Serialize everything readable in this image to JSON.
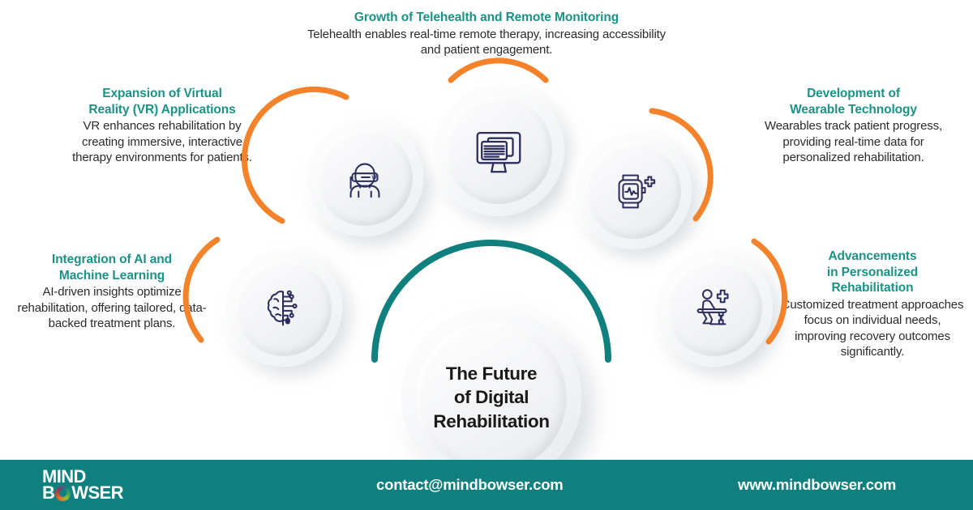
{
  "center": {
    "line1": "The Future",
    "line2": "of Digital",
    "line3": "Rehabilitation"
  },
  "colors": {
    "teal": "#1a9285",
    "footer_teal": "#10807e",
    "orange": "#f4822a",
    "icon_navy": "#2b2d5c",
    "body_text": "#2b2b2b"
  },
  "blocks": {
    "telehealth": {
      "title": "Growth of Telehealth and Remote Monitoring",
      "desc": "Telehealth enables real-time remote therapy, increasing accessibility and patient engagement.",
      "icon": "desktop-monitor-icon"
    },
    "vr": {
      "title_line1": "Expansion of Virtual",
      "title_line2": "Reality (VR) Applications",
      "title": "Expansion of Virtual Reality (VR) Applications",
      "desc": "VR enhances rehabilitation by creating immersive, interactive therapy environments for patients.",
      "icon": "vr-headset-person-icon"
    },
    "wearable": {
      "title_line1": "Development of",
      "title_line2": "Wearable Technology",
      "title": "Development of Wearable Technology",
      "desc": "Wearables track patient progress, providing real-time data for personalized rehabilitation.",
      "icon": "smartwatch-health-icon"
    },
    "ai": {
      "title_line1": "Integration of AI and",
      "title_line2": "Machine Learning",
      "title": "Integration of AI and Machine Learning",
      "desc": "AI-driven insights optimize rehabilitation, offering tailored, data-backed treatment plans.",
      "icon": "ai-brain-circuit-icon"
    },
    "personalized": {
      "title_line1": "Advancements",
      "title_line2": "in Personalized",
      "title_line3": "Rehabilitation",
      "title": "Advancements in Personalized Rehabilitation",
      "desc": "Customized treatment approaches focus on individual needs, improving recovery outcomes significantly.",
      "icon": "physical-therapy-icon"
    }
  },
  "footer": {
    "logo_line1": "MIND",
    "logo_b": "B",
    "logo_rest": "WSER",
    "email": "contact@mindbowser.com",
    "website": "www.mindbowser.com"
  }
}
